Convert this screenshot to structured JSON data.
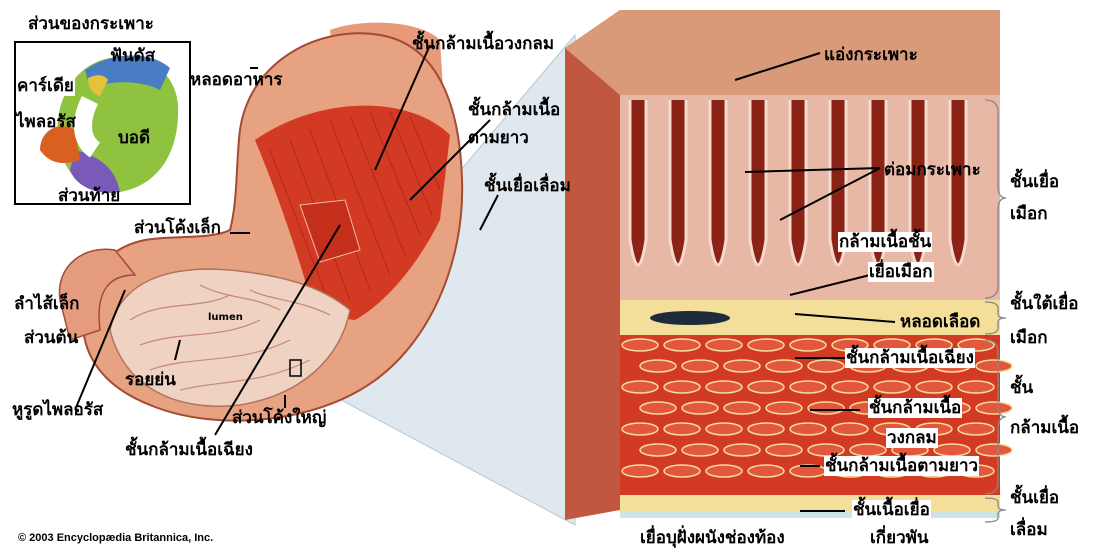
{
  "inset": {
    "title": "ส่วนของกระเพาะ",
    "fundus": "ฟันดัส",
    "cardia": "คาร์เดีย",
    "pylorus": "ไพลอรัส",
    "body": "บอดี",
    "antrum": "ส่วนท้าย"
  },
  "stomach": {
    "esophagus": "หลอดอาหาร",
    "circular_muscle": "ชั้นกล้ามเนื้อวงกลม",
    "longitudinal_muscle_line1": "ชั้นกล้ามเนื้อ",
    "longitudinal_muscle_line2": "ตามยาว",
    "serosa": "ชั้นเยื่อเลื่อม",
    "lesser_curvature": "ส่วนโค้งเล็ก",
    "duodenum_line1": "ลำไส้เล็ก",
    "duodenum_line2": "ส่วนต้น",
    "lumen": "lumen",
    "rugae": "รอยย่น",
    "pyloric_sphincter": "หูรูดไพลอรัส",
    "greater_curvature": "ส่วนโค้งใหญ่",
    "oblique_muscle": "ชั้นกล้ามเนื้อเฉียง"
  },
  "section": {
    "gastric_pits": "แอ่งกระเพาะ",
    "gastric_glands": "ต่อมกระเพาะ",
    "muscularis_mucosae_line1": "กล้ามเนื้อชั้น",
    "muscularis_mucosae_line2": "เยื่อเมือก",
    "blood_vessel": "หลอดเลือด",
    "oblique_layer": "ชั้นกล้ามเนื้อเฉียง",
    "circular_layer_line1": "ชั้นกล้ามเนื้อ",
    "circular_layer_line2": "วงกลม",
    "longitudinal_layer": "ชั้นกล้ามเนื้อตามยาว",
    "connective_tissue_line1": "ชั้นเนื้อเยื่อ",
    "connective_tissue_line2": "เกี่ยวพัน",
    "peritoneum": "เยื่อบุฝั่งผนังช่องท้อง"
  },
  "layers": {
    "mucosa_line1": "ชั้นเยื่อ",
    "mucosa_line2": "เมือก",
    "submucosa_line1": "ชั้นใต้เยื่อ",
    "submucosa_line2": "เมือก",
    "muscularis_line1": "ชั้น",
    "muscularis_line2": "กล้ามเนื้อ",
    "serosa_line1": "ชั้นเยื่อ",
    "serosa_line2": "เลื่อม"
  },
  "copyright": "© 2003 Encyclopædia Britannica, Inc.",
  "colors": {
    "muscle_red": "#d23a24",
    "tissue_pink": "#e8b8a6",
    "submucosa_yellow": "#f3df9a",
    "gland_dark": "#8a2316",
    "inset_fundus": "#4a7cc4",
    "inset_body": "#8fc23e",
    "inset_antrum": "#7a5ab8",
    "inset_pylorus": "#d9601e",
    "inset_cardia": "#e6c23a"
  }
}
